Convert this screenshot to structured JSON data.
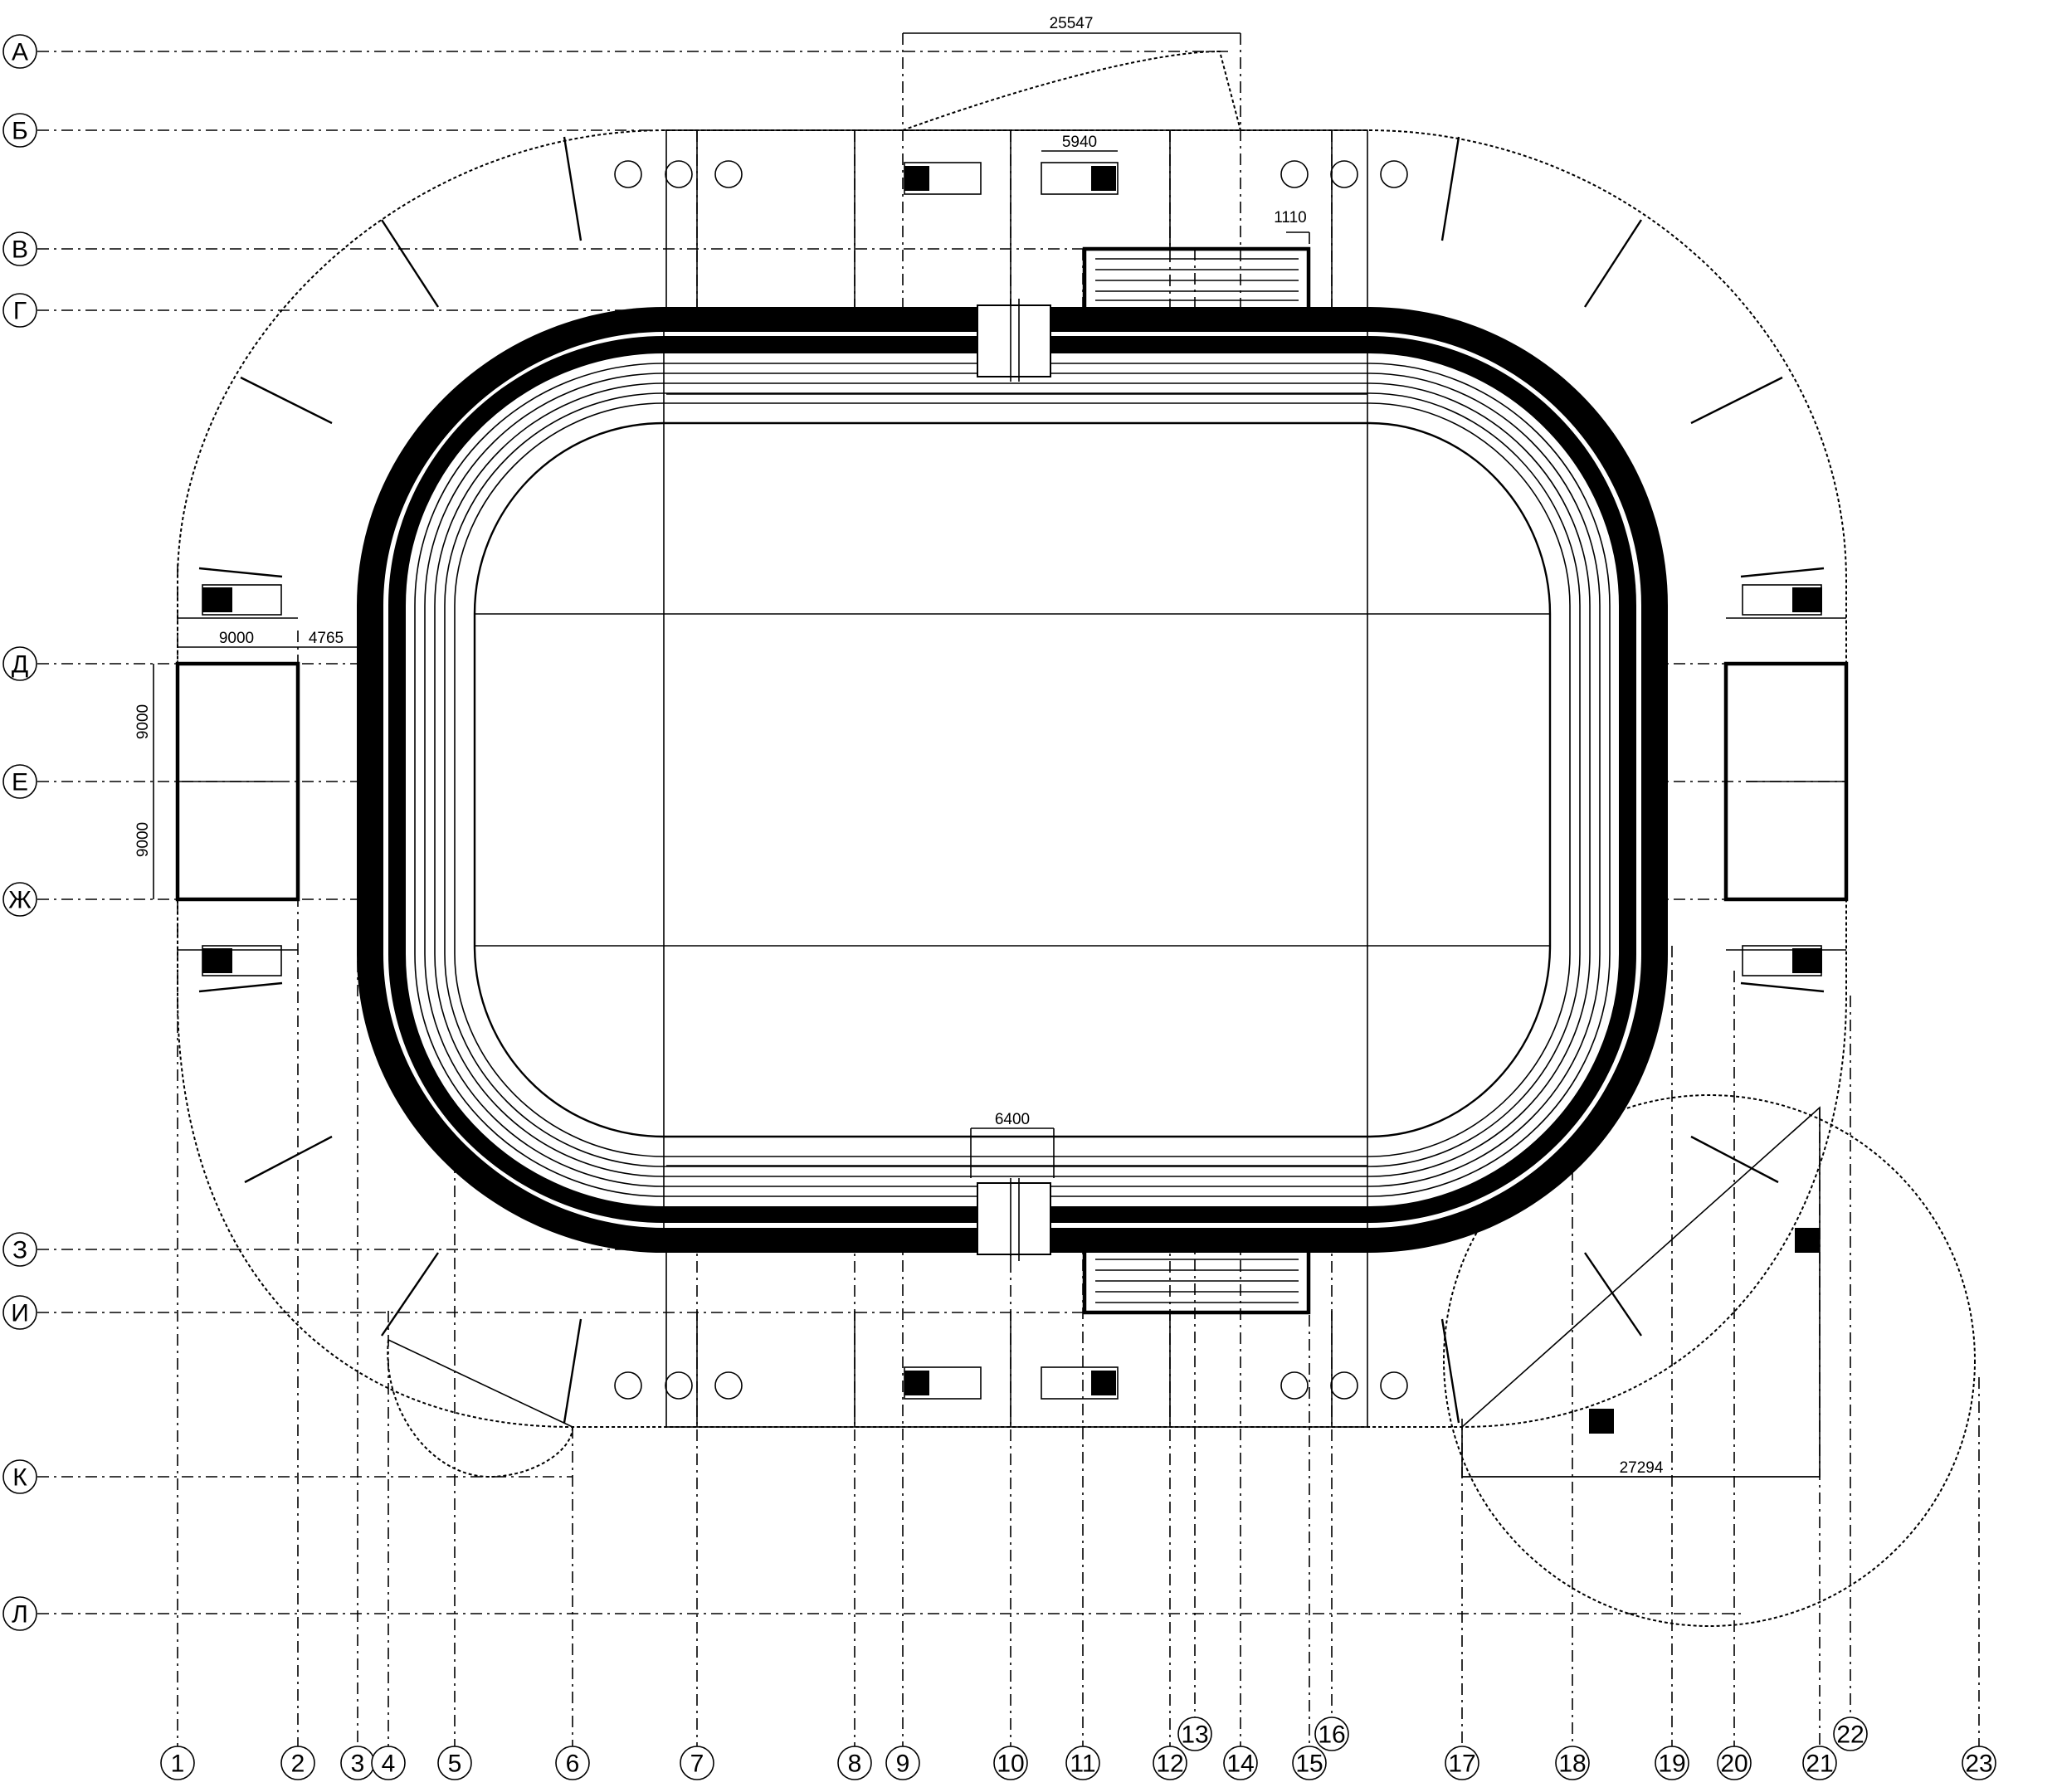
{
  "plan": {
    "row_axes": [
      "А",
      "Б",
      "В",
      "Г",
      "Д",
      "Е",
      "Ж",
      "З",
      "И",
      "К",
      "Л"
    ],
    "column_axes": [
      "1",
      "2",
      "3",
      "4",
      "5",
      "6",
      "7",
      "8",
      "9",
      "10",
      "11",
      "12",
      "13",
      "14",
      "15",
      "16",
      "17",
      "18",
      "19",
      "20",
      "21",
      "22",
      "23"
    ],
    "dimensions": {
      "top_span": "25547",
      "top_stair": "5940",
      "top_gap": "1110",
      "bottom_passage": "6400",
      "left_width": "9000",
      "left_offset": "4765",
      "left_bay_upper": "9000",
      "left_bay_lower": "9000",
      "right_radius": "27294"
    }
  }
}
